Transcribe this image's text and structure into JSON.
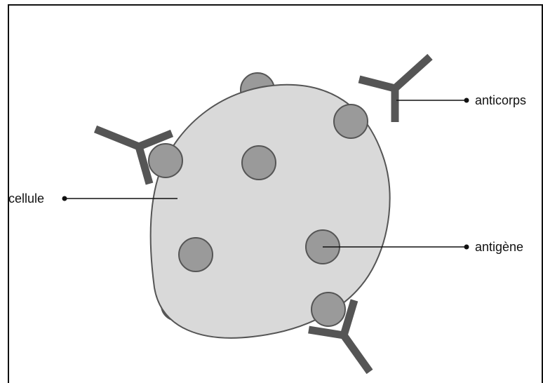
{
  "labels": {
    "cell": "cellule",
    "antibody": "anticorps",
    "antigen": "antigène"
  },
  "colors": {
    "cell_fill": "#d9d9d9",
    "cell_stroke": "#555555",
    "antigen_fill": "#9a9a9a",
    "antibody_fill": "#555555",
    "line": "#111111"
  }
}
